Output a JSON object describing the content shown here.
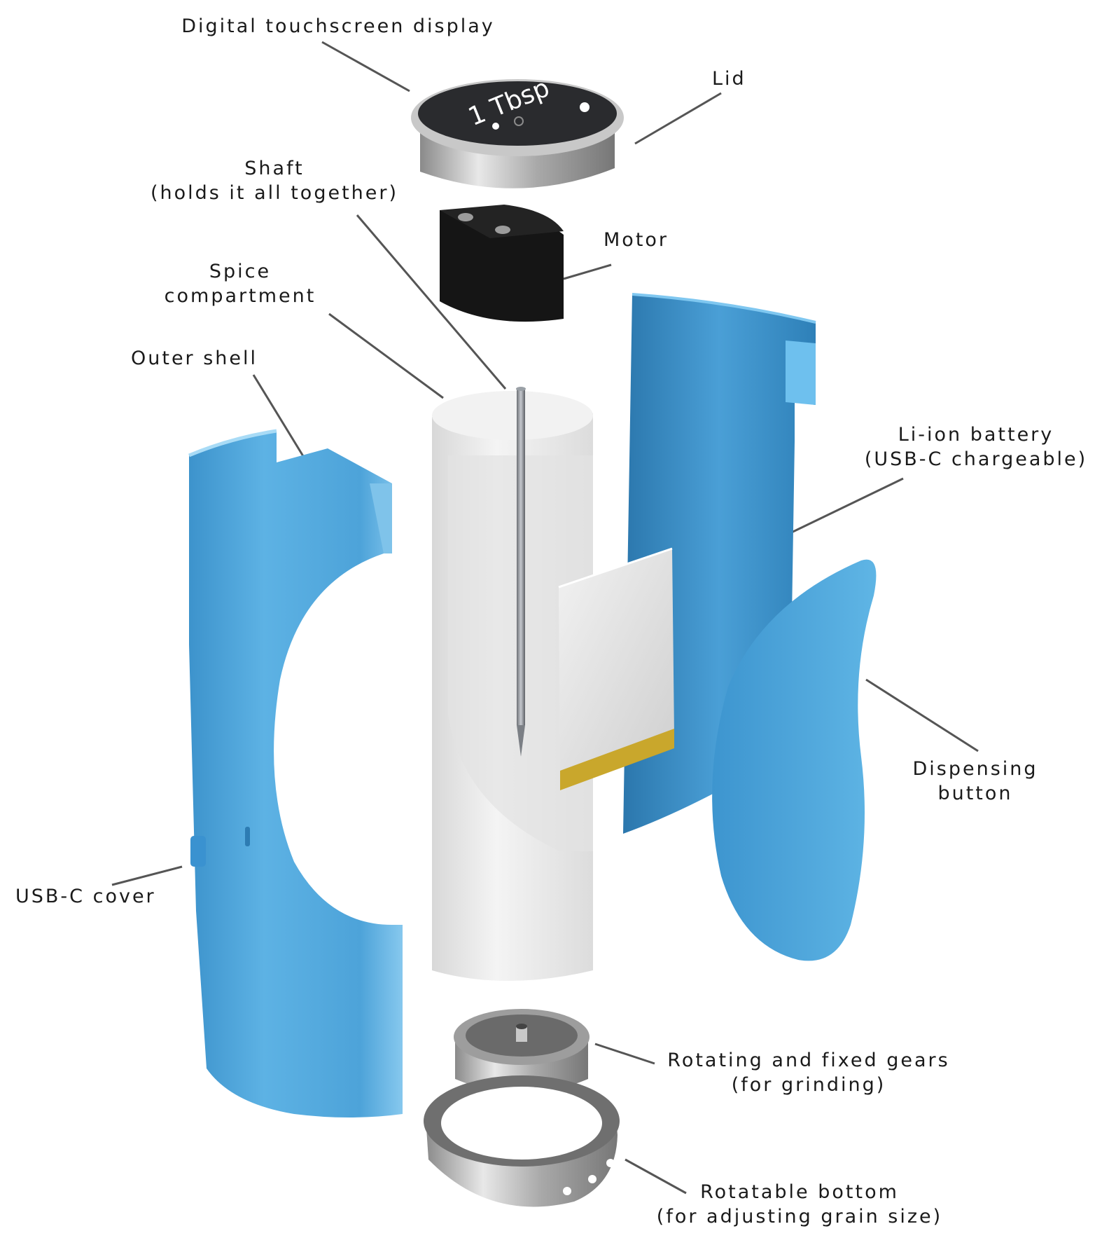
{
  "callouts": {
    "display": "Digital touchscreen display",
    "lid": "Lid",
    "shaft_line1": "Shaft",
    "shaft_line2": "(holds it all together)",
    "motor": "Motor",
    "spice_line1": "Spice",
    "spice_line2": "compartment",
    "outer_shell": "Outer shell",
    "battery_line1": "Li-ion battery",
    "battery_line2": "(USB-C chargeable)",
    "dispensing_line1": "Dispensing",
    "dispensing_line2": "button",
    "usb_cover": "USB-C cover",
    "gears_line1": "Rotating and fixed gears",
    "gears_line2": "(for grinding)",
    "bottom_line1": "Rotatable bottom",
    "bottom_line2": "(for adjusting grain size)"
  },
  "screen": {
    "text": "1 Tbsp"
  },
  "colors": {
    "shell_blue": "#4ea6dc",
    "shell_blue_dark": "#2f7fb5",
    "compartment_white": "#eeeeee",
    "metal": "#b5b5b5",
    "motor_black": "#151515",
    "battery_gold": "#c9a72c",
    "leader_line": "#555555"
  }
}
